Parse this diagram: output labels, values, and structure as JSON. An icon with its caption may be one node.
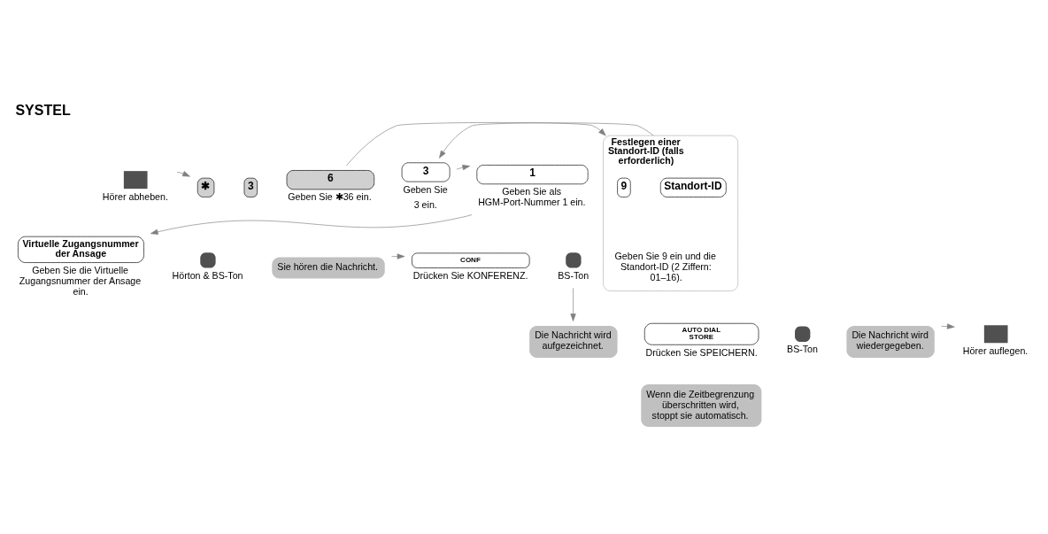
{
  "diagram": {
    "title": "SYSTEL",
    "nodes": [
      {
        "text": [],
        "shape": "box",
        "beside": [
          "Hörer abheben."
        ]
      },
      {
        "text": [
          "✱"
        ]
      },
      {
        "text": [
          "3"
        ]
      },
      {
        "text": [
          "6"
        ],
        "beside": [
          "Geben Sie ✱36 ein."
        ]
      },
      {
        "text": [
          "Festlegen einer Standort-ID (falls erforderlich)",
          "Geben Sie 9 ein und die Standort-ID (2 Ziffern: 01–16)."
        ]
      },
      {
        "text": [
          "9"
        ],
        "in": 4
      },
      {
        "text": [
          "Standort-ID"
        ],
        "in": 4
      },
      {
        "text": [
          "3"
        ],
        "beside": [
          "Geben Sie",
          "3 ein."
        ]
      },
      {
        "text": [
          "1"
        ],
        "beside": [
          "Geben Sie als HGM-Port-Nummer 1 ein."
        ]
      },
      {
        "text": [
          "Virtuelle Zugangsnummer der Ansage"
        ],
        "beside": [
          "Geben Sie die Virtuelle Zugangsnummer der Ansage ein."
        ]
      },
      {
        "text": [],
        "shape": "circle",
        "beside": [
          "Hörton & BS-Ton"
        ]
      },
      {
        "text": [
          "Sie hören die Nachricht."
        ]
      },
      {
        "text": [
          "CONF"
        ],
        "beside": [
          "Drücken Sie KONFERENZ."
        ]
      },
      {
        "text": [],
        "shape": "circle",
        "beside": [
          "BS-Ton"
        ]
      },
      {
        "text": [
          "Die Nachricht wird aufgezeichnet."
        ]
      },
      {
        "text": [
          "AUTO DIAL",
          "STORE"
        ],
        "beside": [
          "Drücken Sie SPEICHERN."
        ]
      },
      {
        "text": [],
        "shape": "circle",
        "beside": [
          "BS-Ton"
        ]
      },
      {
        "text": [
          "Die Nachricht wird wiedergegeben."
        ]
      },
      {
        "text": [],
        "shape": "box",
        "beside": [
          "Hörer auflegen."
        ]
      },
      {
        "text": [
          "Wenn die Zeitbegrenzung überschritten wird, stoppt sie automatisch."
        ]
      }
    ],
    "edges": [
      {
        "from": 0,
        "to": 1,
        "arrow": "to"
      },
      {
        "from": 3,
        "to": 4,
        "arrow": "to"
      },
      {
        "from": 4,
        "to": 7,
        "arrow": "to"
      },
      {
        "from": 7,
        "to": 8,
        "arrow": "to"
      },
      {
        "from": 8,
        "to": 9,
        "arrow": "to"
      },
      {
        "from": 11,
        "to": 12,
        "arrow": "to"
      },
      {
        "from": 13,
        "to": 14,
        "arrow": "to"
      },
      {
        "from": 17,
        "to": 18,
        "arrow": "to"
      }
    ]
  }
}
